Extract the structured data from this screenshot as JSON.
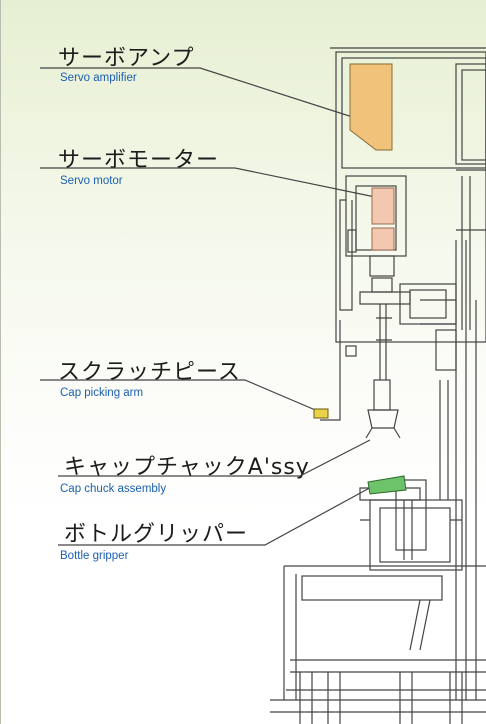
{
  "labels": [
    {
      "id": "servo-amplifier",
      "ja": "サーボアンプ",
      "en": "Servo amplifier"
    },
    {
      "id": "servo-motor",
      "ja": "サーボモーター",
      "en": "Servo motor"
    },
    {
      "id": "cap-picking-arm",
      "ja": "スクラッチピース",
      "en": "Cap picking arm"
    },
    {
      "id": "cap-chuck-assembly",
      "ja": "キャップチャックA'ssy",
      "en": "Cap chuck assembly"
    },
    {
      "id": "bottle-gripper",
      "ja": "ボトルグリッパー",
      "en": "Bottle gripper"
    }
  ],
  "colors": {
    "background_top": "#e6efd2",
    "english_text": "#1b5fb0",
    "amplifier_highlight": "#f0c27a",
    "motor_highlight": "#f2c8b0",
    "gripper_highlight": "#6cc36a",
    "arm_highlight": "#e8d24a",
    "machine_lines": "#444444"
  }
}
